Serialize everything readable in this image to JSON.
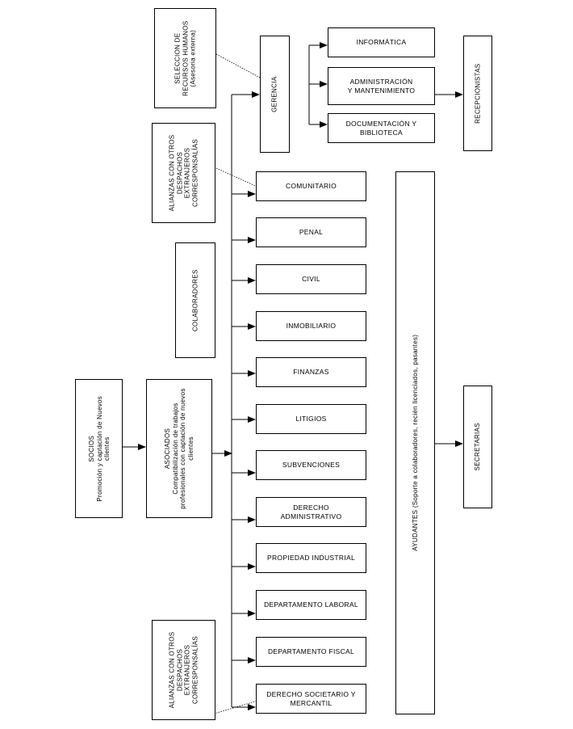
{
  "diagram": {
    "socios": {
      "title": "SOCIOS",
      "subtitle": "Promoción y captación de Nuevos clientes"
    },
    "asociados": {
      "title": "ASOCIADOS",
      "subtitle": "Compatibilización de trabajos profesionales con captación de nuevos clientes"
    },
    "seleccion": {
      "line1": "SELECCION DE",
      "line2": "RECURSOS HUMANOS",
      "line3": "(Asesoria externa)"
    },
    "alianzas_top": {
      "line1": "ALIANZAS CON OTROS",
      "line2": "DESPACHOS",
      "line3": "EXTRANJEROS",
      "line4": "CORRESPONSALÍAS"
    },
    "alianzas_bottom": {
      "line1": "ALIANZAS CON OTROS",
      "line2": "DESPACHOS",
      "line3": "EXTRANJEROS",
      "line4": "CORRESPONSALÍAS"
    },
    "colaboradores": "COLABORADORES",
    "gerencia": "GERENCIA",
    "informatica": "INFORMÁTICA",
    "administracion": {
      "line1": "ADMINISTRACIÓN",
      "line2": "Y MANTENIMIENTO"
    },
    "documentacion": {
      "line1": "DOCUMENTACIÓN Y",
      "line2": "BIBLIOTECA"
    },
    "recepcionistas": "RECEPCIONISTAS",
    "ayudantes": "AYUDANTES  (Soporte a colaboradores, recién licenciados, pasantes)",
    "secretarias": "SECRETARIAS",
    "departments": [
      {
        "line1": "COMUNITARIO",
        "line2": ""
      },
      {
        "line1": "PENAL",
        "line2": ""
      },
      {
        "line1": "CIVIL",
        "line2": ""
      },
      {
        "line1": "INMOBILIARIO",
        "line2": ""
      },
      {
        "line1": "FINANZAS",
        "line2": ""
      },
      {
        "line1": "LITIGIOS",
        "line2": ""
      },
      {
        "line1": "SUBVENCIONES",
        "line2": ""
      },
      {
        "line1": "DERECHO",
        "line2": "ADMINISTRATIVO"
      },
      {
        "line1": "PROPIEDAD INDUSTRIAL",
        "line2": ""
      },
      {
        "line1": "DEPARTAMENTO LABORAL",
        "line2": ""
      },
      {
        "line1": "DEPARTAMENTO FISCAL",
        "line2": ""
      },
      {
        "line1": "DERECHO SOCIETARIO Y",
        "line2": "MERCANTIL"
      }
    ]
  }
}
